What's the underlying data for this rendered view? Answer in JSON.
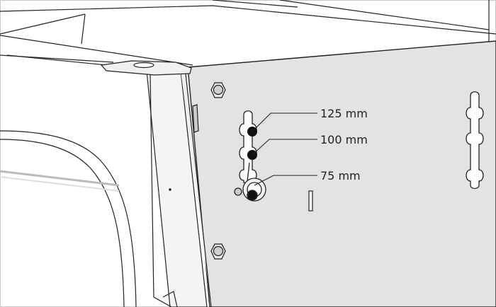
{
  "diagram": {
    "callouts": [
      {
        "label": "125 mm"
      },
      {
        "label": "100 mm"
      },
      {
        "label": "75 mm"
      }
    ],
    "colors": {
      "outline": "#222222",
      "panel": "#e3e3e3",
      "metal_side": "#eeeeee",
      "hole": "#111111",
      "frame": "#c8c8c8"
    }
  }
}
